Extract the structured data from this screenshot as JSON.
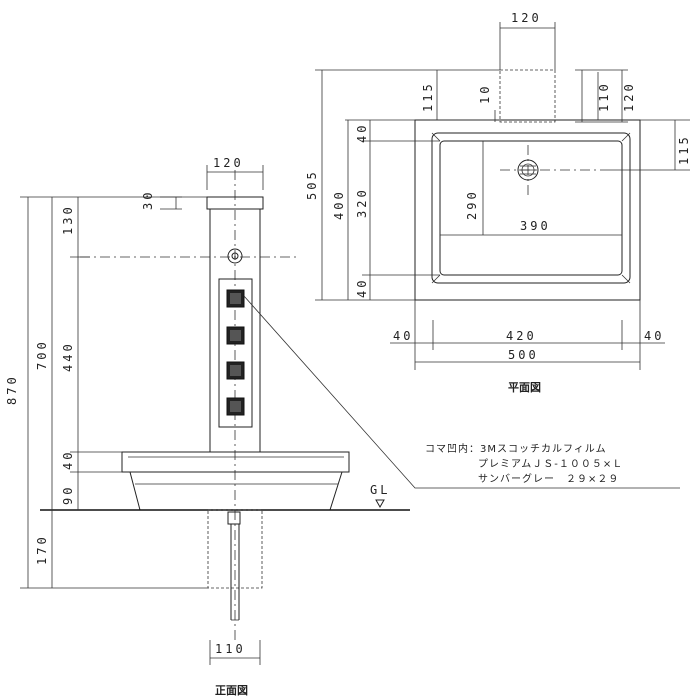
{
  "front": {
    "caption": "正面図",
    "dims": {
      "top_width": "120",
      "cap": "30",
      "total": "870",
      "upper": "700",
      "seg_130": "130",
      "seg_440": "440",
      "seg_40": "40",
      "seg_90": "90",
      "below": "170",
      "bottom_width": "110"
    },
    "gl": "GL"
  },
  "plan": {
    "caption": "平面図",
    "dims": {
      "post_width": "120",
      "post_depth": "115",
      "offset": "10",
      "right_110": "110",
      "right_120": "120",
      "right_115": "115",
      "overall_depth": "505",
      "basin_depth": "400",
      "top_margin": "40",
      "inner_depth": "320",
      "bottom_margin": "40",
      "inner_290": "290",
      "inner_390": "390",
      "left_40": "40",
      "mid_420": "420",
      "right_40": "40",
      "overall_500": "500"
    }
  },
  "note": {
    "line1": "コマ凹内：3Mスコッチカルフィルム",
    "line2": "プレミアムＪＳ-１００５×Ｌ",
    "line3": "サンバーグレー　２９×２９"
  }
}
